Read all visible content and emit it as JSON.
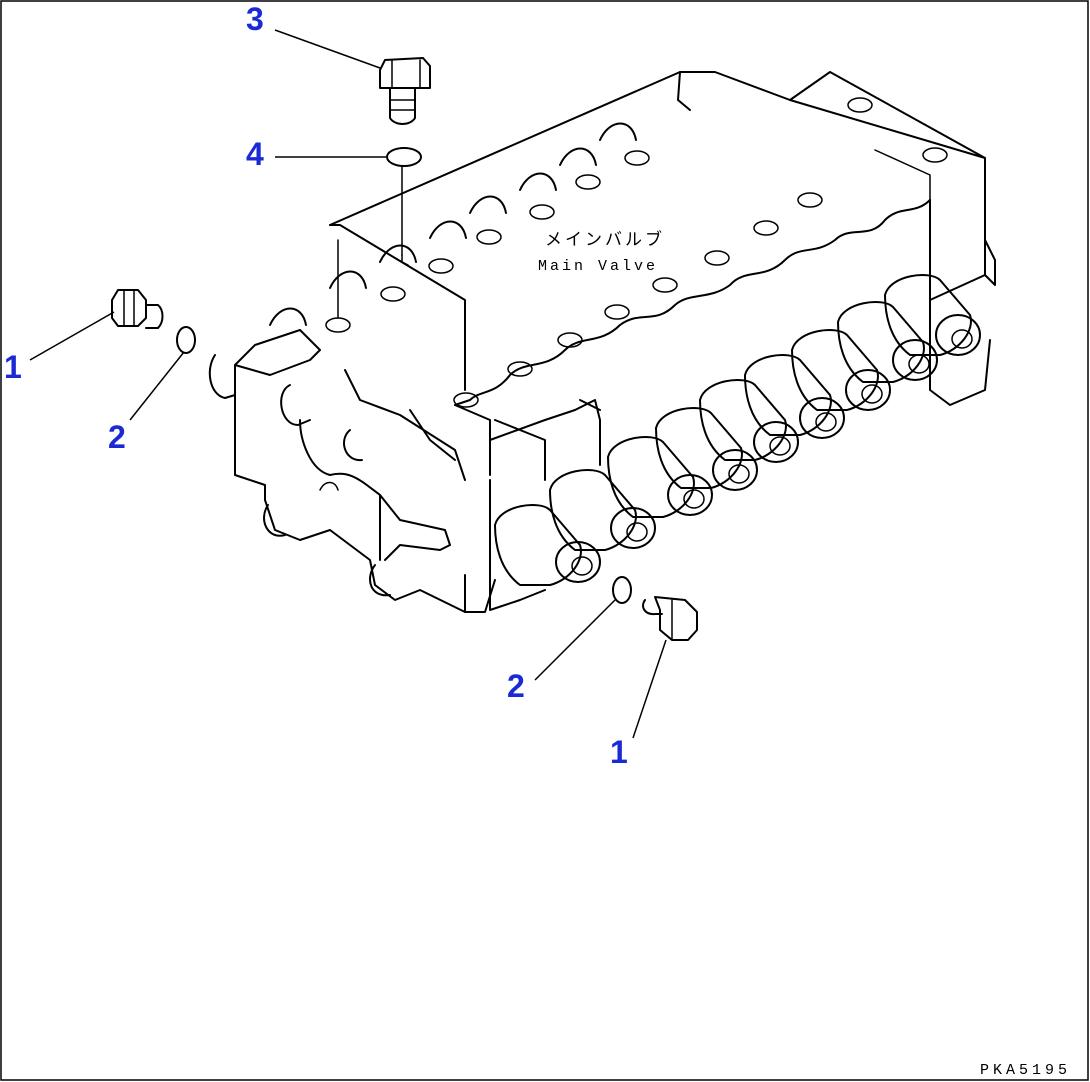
{
  "labels": {
    "valve_name_jp": "メインバルブ",
    "valve_name_en": "Main Valve",
    "drawing_code": "PKA5195"
  },
  "callouts": [
    {
      "id": "callout-1-left",
      "text": "1"
    },
    {
      "id": "callout-2-left",
      "text": "2"
    },
    {
      "id": "callout-3",
      "text": "3"
    },
    {
      "id": "callout-4",
      "text": "4"
    },
    {
      "id": "callout-2-right",
      "text": "2"
    },
    {
      "id": "callout-1-right",
      "text": "1"
    }
  ],
  "colors": {
    "callout": "#1a2bd6",
    "line": "#000000",
    "background": "#ffffff"
  }
}
